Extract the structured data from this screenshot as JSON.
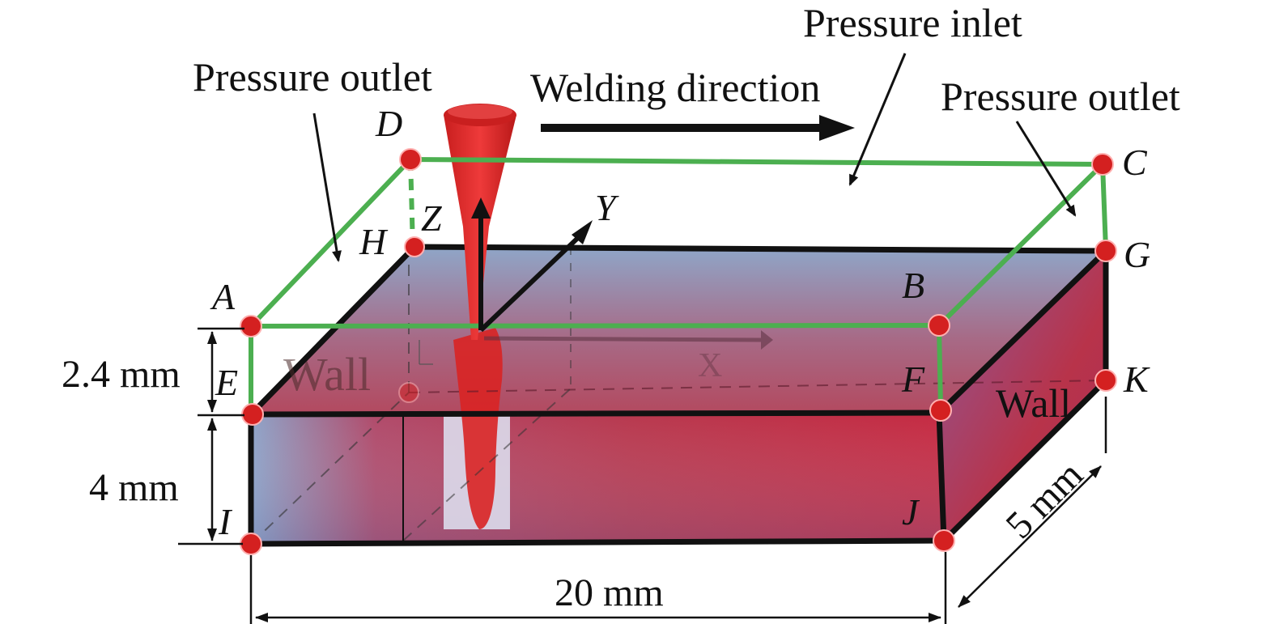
{
  "labels": {
    "pressure_inlet": "Pressure inlet",
    "pressure_outlet_left": "Pressure outlet",
    "pressure_outlet_right": "Pressure outlet",
    "welding_direction": "Welding direction",
    "wall_front": "Wall",
    "wall_side": "Wall"
  },
  "axes": {
    "x": "X",
    "y": "Y",
    "z": "Z"
  },
  "points": {
    "A": "A",
    "B": "B",
    "C": "C",
    "D": "D",
    "E": "E",
    "F": "F",
    "G": "G",
    "H": "H",
    "I": "I",
    "J": "J",
    "K": "K"
  },
  "dimensions": {
    "gas_height": "2.4 mm",
    "plate_height": "4 mm",
    "length": "20 mm",
    "width": "5 mm"
  },
  "colors": {
    "domain_outline": "#4caf50",
    "node": "#d42020",
    "plate_red": "#c0283a",
    "plate_blue": "#8aa2c8",
    "edge": "#111111"
  }
}
